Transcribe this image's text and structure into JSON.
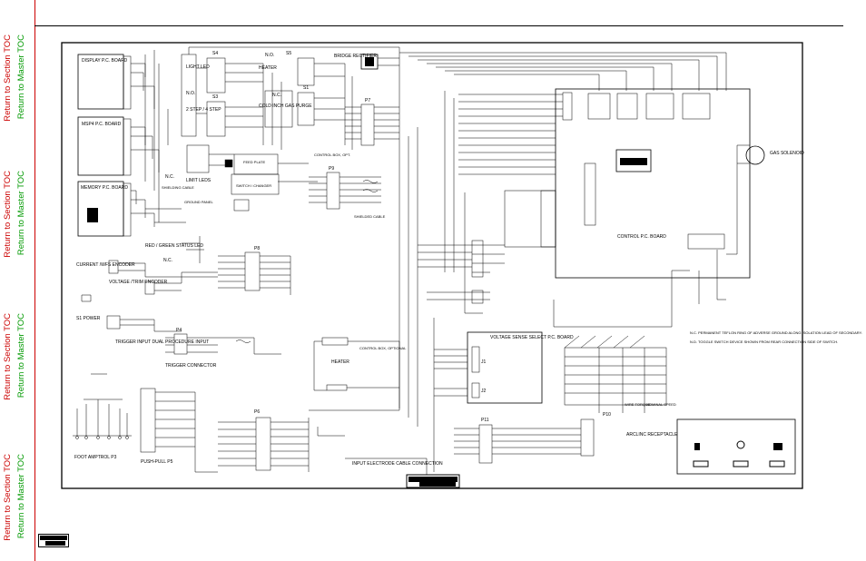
{
  "sidebar": {
    "links": [
      {
        "section": "Return to Section TOC",
        "master": "Return to Master TOC"
      },
      {
        "section": "Return to Section TOC",
        "master": "Return to Master TOC"
      },
      {
        "section": "Return to Section TOC",
        "master": "Return to Master TOC"
      },
      {
        "section": "Return to Section TOC",
        "master": "Return to Master TOC"
      }
    ]
  },
  "colors": {
    "section_link": "#cc0000",
    "master_link": "#009900",
    "line": "#000000"
  },
  "boards": {
    "display": "DISPLAY P.C. BOARD",
    "msp4": "MSP4 P.C. BOARD",
    "memory": "MEMORY P.C. BOARD",
    "control": "CONTROL P.C. BOARD",
    "voltage_sense": "VOLTAGE SENSE SELECT P.C. BOARD"
  },
  "labels": {
    "bridge_rectifier": "BRIDGE RECTIFIER",
    "heater_top": "HEATER",
    "heater_mid": "HEATER",
    "cold_inch": "COLD INCH GAS PURGE",
    "light_led": "LIGHT LED",
    "step": "2 STEP / 4 STEP",
    "limit_leds": "LIMIT LEDS",
    "feed_plate": "FEED PLATE",
    "switch_changer": "SWITCH / CHANGER",
    "shielding_cable": "SHIELDING CABLE",
    "ground_panel": "GROUND PANEL",
    "red_green_led": "RED / GREEN STATUS LED",
    "current_encoder": "CURRENT /WFS ENCODER",
    "voltage_encoder": "VOLTAGE /TRIM ENCODER",
    "power": "S1 POWER",
    "trigger_input": "TRIGGER INPUT DUAL PROCEDURE INPUT",
    "trigger_connector": "TRIGGER CONNECTOR",
    "foot_amptrol": "FOOT AMPTROL P3",
    "push_pull": "PUSH-PULL P5",
    "input_electrode": "INPUT ELECTRODE CABLE CONNECTION",
    "arclinc": "ARCLINC RECEPTACLE",
    "gas_solenoid": "GAS SOLENOID",
    "control_box": "CONTROL BOX, OPTIONAL",
    "shielded_cable": "SHIELDED CABLE",
    "control_box_top": "CONTROL BOX, OPT.",
    "p7": "P7",
    "p8": "P8",
    "p9": "P9",
    "p6": "P6",
    "p4": "P4",
    "p11": "P11",
    "p10": "P10",
    "nc": "N.C.",
    "no": "N.O.",
    "j1": "J1",
    "j2": "J2"
  },
  "notes": [
    "N.C. PERMANENT TEFLON RING OF ADVERSE GROUND ALONG ISOLATION LEAD OF SECONDARY.",
    "N.D. TOGGLE SWITCH DEVICE SHOWN FROM REAR CONNECTION SIDE OF SWITCH."
  ],
  "table": {
    "headers": [
      "WIRE TORQUE",
      "NOMINAL SPEED"
    ]
  },
  "brand": {
    "center_logo": "LINCOLN ELECTRIC",
    "footer_logo": "LINCOLN ELECTRIC"
  }
}
